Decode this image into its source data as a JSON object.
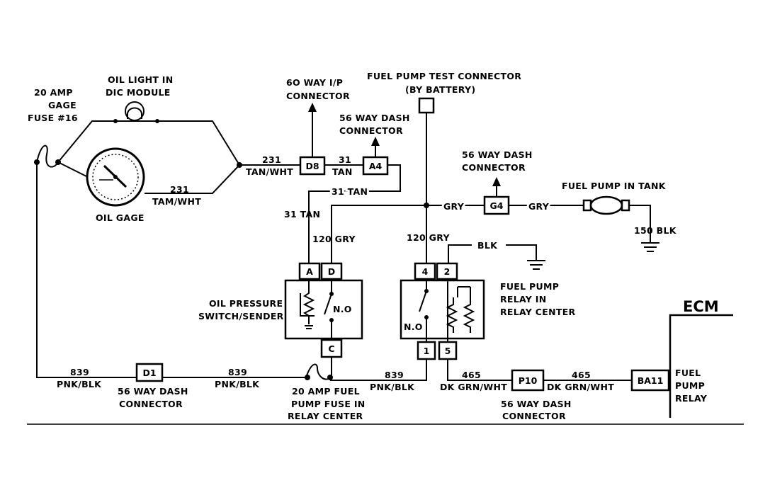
{
  "labels": {
    "gage_fuse": [
      "20 AMP",
      "GAGE",
      "FUSE #16"
    ],
    "oil_light": [
      "OIL LIGHT IN",
      "DIC MODULE"
    ],
    "oil_gage": "OIL GAGE",
    "wire_231_upper": [
      "231",
      "TAN/WHT"
    ],
    "wire_231_lower": [
      "231",
      "TAM/WHT"
    ],
    "conn_60way": [
      "6O WAY I/P",
      "CONNECTOR"
    ],
    "conn_56way_a4": [
      "56 WAY DASH",
      "CONNECTOR"
    ],
    "wire_31_tan_a": [
      "31",
      "TAN"
    ],
    "wire_31_tan_b": "31 TAN",
    "wire_31_tan_c": "31 TAN",
    "fuel_pump_test": [
      "FUEL PUMP TEST CONNECTOR",
      "(BY BATTERY)"
    ],
    "conn_56way_g4": [
      "56 WAY DASH",
      "CONNECTOR"
    ],
    "gry_left": "GRY",
    "gry_right": "GRY",
    "fuel_pump_tank": "FUEL PUMP IN TANK",
    "ground_150": "150 BLK",
    "wire_120_gry_a": "120 GRY",
    "wire_120_gry_b": "120 GRY",
    "blk": "BLK",
    "oil_switch": [
      "OIL PRESSURE",
      "SWITCH/SENDER"
    ],
    "no_a": "N.O",
    "no_b": "N.O",
    "fuel_pump_relay_center": [
      "FUEL PUMP",
      "RELAY IN",
      "RELAY CENTER"
    ],
    "ecm": "ECM",
    "fuel_pump_relay": [
      "FUEL",
      "PUMP",
      "RELAY"
    ],
    "wire_839_a": [
      "839",
      "PNK/BLK"
    ],
    "wire_839_b": [
      "839",
      "PNK/BLK"
    ],
    "wire_839_c": [
      "839",
      "PNK/BLK"
    ],
    "conn_56way_d1": [
      "56 WAY DASH",
      "CONNECTOR"
    ],
    "fuel_fuse": [
      "20 AMP FUEL",
      "PUMP FUSE IN",
      "RELAY CENTER"
    ],
    "wire_465_a": [
      "465",
      "DK GRN/WHT"
    ],
    "wire_465_b": [
      "465",
      "DK GRN/WHT"
    ],
    "conn_56way_p10": [
      "56 WAY DASH",
      "CONNECTOR"
    ]
  },
  "connectors": {
    "d8": "D8",
    "a4": "A4",
    "g4": "G4",
    "d1": "D1",
    "p10": "P10",
    "ba11": "BA11"
  },
  "pins": {
    "oil_a": "A",
    "oil_d": "D",
    "oil_c": "C",
    "relay_4": "4",
    "relay_2": "2",
    "relay_1": "1",
    "relay_5": "5"
  }
}
